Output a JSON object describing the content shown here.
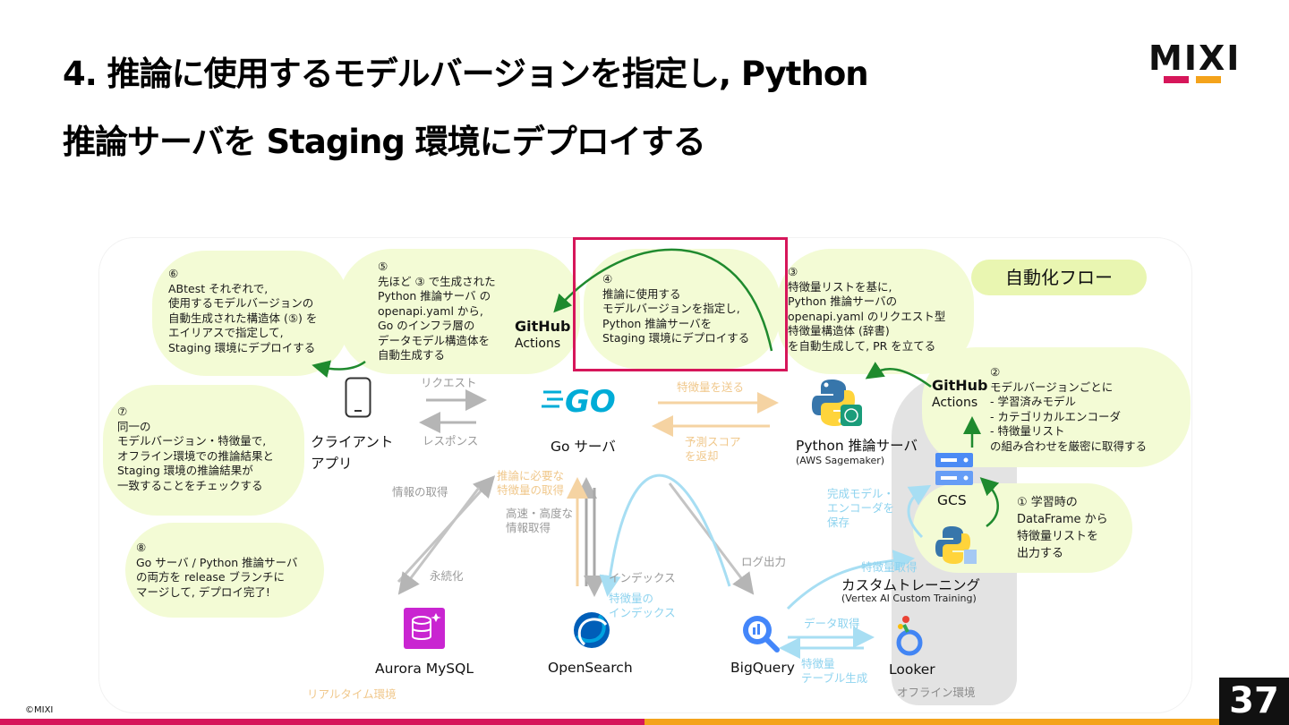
{
  "slide": {
    "title_line1": "4. 推論に使用するモデルバージョンを指定し, Python",
    "title_line2": "推論サーバを Staging 環境にデプロイする",
    "logo": "MIXI",
    "copyright": "©MIXI",
    "page_number": "37",
    "colors": {
      "accent": "#d6165a",
      "accent2": "#f4a31b",
      "bubble": "#f3fbd5",
      "arrow_green": "#1f8a2e"
    }
  },
  "flow_label": "自動化フロー",
  "bubbles": {
    "b6": {
      "num": "⑥",
      "lines": [
        "ABtest それぞれで,",
        "使用するモデルバージョンの",
        "自動生成された構造体 (⑤) を",
        "エイリアスで指定して,",
        "Staging 環境にデプロイする"
      ]
    },
    "b5": {
      "num": "⑤",
      "lines": [
        "先ほど ③ で生成された",
        "Python 推論サーバ の",
        "openapi.yaml から,",
        "Go のインフラ層の",
        "データモデル構造体を",
        "自動生成する"
      ]
    },
    "b4": {
      "num": "④",
      "lines": [
        "推論に使用する",
        "モデルバージョンを指定し,",
        "Python 推論サーバを",
        "Staging 環境にデプロイする"
      ]
    },
    "b3": {
      "num": "③",
      "lines": [
        "特徴量リストを基に,",
        "Python 推論サーバの",
        "openapi.yaml のリクエスト型",
        "特徴量構造体 (辞書)",
        "を自動生成して, PR を立てる"
      ]
    },
    "b2": {
      "num": "②",
      "lines": [
        "モデルバージョンごとに",
        "- 学習済みモデル",
        "- カテゴリカルエンコーダ",
        "- 特徴量リスト",
        "の組み合わせを厳密に取得する"
      ]
    },
    "b7": {
      "num": "⑦",
      "lines": [
        "同一の",
        "モデルバージョン・特徴量で,",
        "オフライン環境での推論結果と",
        "Staging 環境の推論結果が",
        "一致することをチェックする"
      ]
    },
    "b8": {
      "num": "⑧",
      "lines": [
        "Go サーバ / Python 推論サーバ",
        "の両方を release ブランチに",
        "マージして, デプロイ完了!"
      ]
    },
    "b1": {
      "num": "① 学習時の",
      "lines": [
        "DataFrame から",
        "特徴量リストを",
        "出力する"
      ]
    }
  },
  "nodes": {
    "client": {
      "line1": "クライアント",
      "line2": "アプリ"
    },
    "go": {
      "logo": "GO",
      "label": "Go サーバ"
    },
    "python": {
      "label": "Python 推論サーバ",
      "sub": "(AWS Sagemaker)"
    },
    "gcs": {
      "label": "GCS"
    },
    "custom": {
      "label": "カスタムトレーニング",
      "sub": "(Vertex AI Custom Training)"
    },
    "aurora": {
      "label": "Aurora MySQL"
    },
    "opensearch": {
      "label": "OpenSearch"
    },
    "bigquery": {
      "label": "BigQuery"
    },
    "looker": {
      "label": "Looker"
    },
    "github1": {
      "name": "GitHub",
      "sub": "Actions"
    },
    "github2": {
      "name": "GitHub",
      "sub": "Actions"
    }
  },
  "edges": {
    "request": "リクエスト",
    "response": "レスポンス",
    "send_features": "特徴量を送る",
    "return_score": [
      "予測スコア",
      "を返却"
    ],
    "get_info": "情報の取得",
    "persist": "永続化",
    "needed_features": [
      "推論に必要な",
      "特徴量の取得"
    ],
    "fast_info": [
      "高速・高度な",
      "情報取得"
    ],
    "index": "インデックス",
    "feature_index": [
      "特徴量の",
      "インデックス"
    ],
    "log_output": "ログ出力",
    "save_model": [
      "完成モデル・",
      "エンコーダを",
      "保存"
    ],
    "get_features": "特徴量取得",
    "get_data": "データ取得",
    "feature_table": [
      "特徴量",
      "テーブル生成"
    ],
    "realtime_env": "リアルタイム環境",
    "offline_env": "オフライン環境"
  }
}
